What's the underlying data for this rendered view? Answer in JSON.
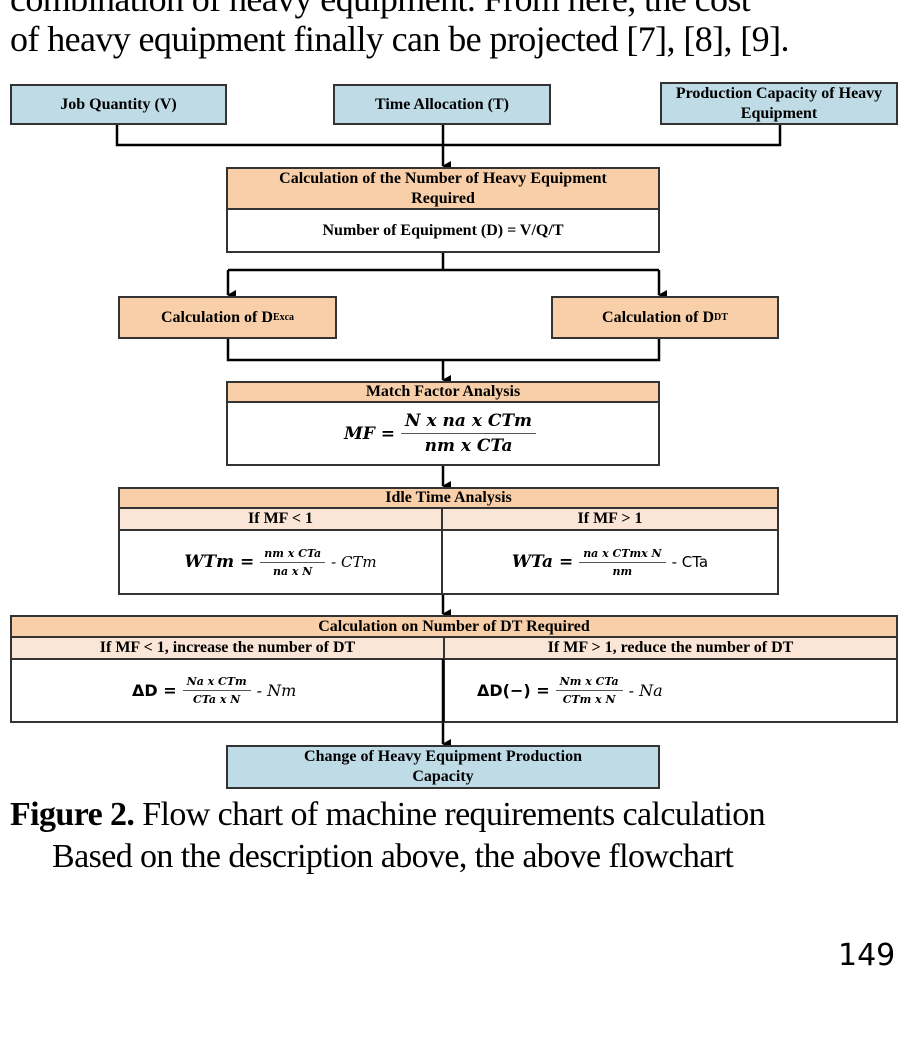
{
  "body_text": {
    "line_prev": "combination of heavy equipment. From here, the cost",
    "line_top": "of heavy equipment finally can be projected [7], [8], [9].",
    "caption_label": "Figure 2.",
    "caption_text": " Flow chart of machine requirements calculation",
    "line_after": "Based on the description above, the above flowchart",
    "page_number": "149"
  },
  "diagram": {
    "inputs": [
      "Job Quantity (V)",
      "Time Allocation (T)",
      "Production Capacity of Heavy Equipment"
    ],
    "calc_number": {
      "title": "Calculation of the Number of Heavy Equipment Required",
      "formula": "Number of Equipment (D) = V/Q/T"
    },
    "calc_exca": {
      "label": "Calculation of D",
      "sub": "Exca"
    },
    "calc_dt": {
      "label": "Calculation of D",
      "sub": "DT"
    },
    "match_factor": {
      "title": "Match Factor Analysis",
      "lhs": "MF =",
      "num": "N x na x CTm",
      "den": "nm x CTa"
    },
    "idle_time": {
      "title": "Idle Time Analysis",
      "left": {
        "condition": "If MF < 1",
        "lhs": "WTm =",
        "num": "nm x CTa",
        "den": "na x N",
        "rhs": "- CTm"
      },
      "right": {
        "condition": "If MF > 1",
        "lhs": "WTa =",
        "num": "na x CTmx N",
        "den": "nm",
        "rhs": "- CTa"
      }
    },
    "dt_required": {
      "title": "Calculation on Number of DT Required",
      "left": {
        "condition": "If MF < 1, increase the number of DT",
        "lhs": "ΔD =",
        "num": "Na x CTm",
        "den": "CTa x N",
        "rhs": "- Nm"
      },
      "right": {
        "condition": "If MF > 1, reduce the number of DT",
        "lhs": "ΔD(−) =",
        "num": "Nm x CTa",
        "den": "CTm x N",
        "rhs": "- Na"
      }
    },
    "output": "Change of Heavy Equipment Production Capacity",
    "colors": {
      "input_box": "#bedbe6",
      "header": "#f8cfa8",
      "subheader": "#fbe5d6",
      "line": "#000000"
    }
  }
}
